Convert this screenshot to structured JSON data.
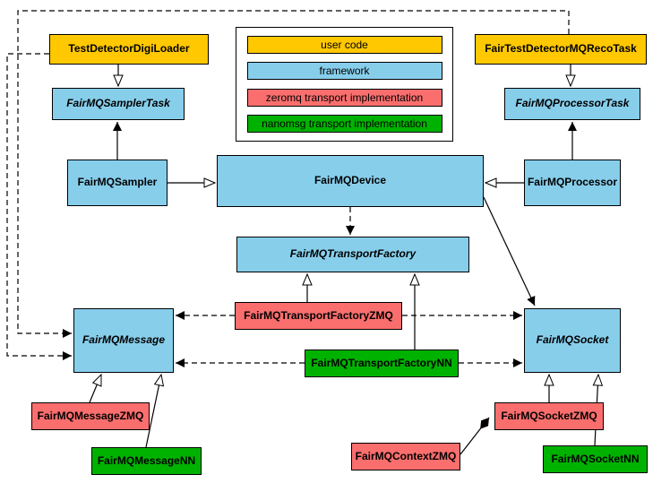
{
  "colors": {
    "user_code": "#FFC800",
    "framework": "#87CEEB",
    "zeromq": "#FA6E6E",
    "nanomsg": "#00B200"
  },
  "legend": {
    "items": [
      {
        "label": "user code",
        "category": "user_code"
      },
      {
        "label": "framework",
        "category": "framework"
      },
      {
        "label": "zeromq transport implementation",
        "category": "zeromq"
      },
      {
        "label": "nanomsg transport implementation",
        "category": "nanomsg"
      }
    ]
  },
  "nodes": {
    "digiLoader": {
      "label": "TestDetectorDigiLoader",
      "category": "user_code",
      "abstract": false
    },
    "recoTask": {
      "label": "FairTestDetectorMQRecoTask",
      "category": "user_code",
      "abstract": false
    },
    "samplerTask": {
      "label": "FairMQSamplerTask",
      "category": "framework",
      "abstract": true
    },
    "processorTask": {
      "label": "FairMQProcessorTask",
      "category": "framework",
      "abstract": true
    },
    "sampler": {
      "label": "FairMQSampler",
      "category": "framework",
      "abstract": false
    },
    "device": {
      "label": "FairMQDevice",
      "category": "framework",
      "abstract": false
    },
    "processor": {
      "label": "FairMQProcessor",
      "category": "framework",
      "abstract": false
    },
    "transportFactory": {
      "label": "FairMQTransportFactory",
      "category": "framework",
      "abstract": true
    },
    "transportFactoryZMQ": {
      "label": "FairMQTransportFactoryZMQ",
      "category": "zeromq",
      "abstract": false
    },
    "transportFactoryNN": {
      "label": "FairMQTransportFactoryNN",
      "category": "nanomsg",
      "abstract": false
    },
    "message": {
      "label": "FairMQMessage",
      "category": "framework",
      "abstract": true
    },
    "socket": {
      "label": "FairMQSocket",
      "category": "framework",
      "abstract": true
    },
    "messageZMQ": {
      "label": "FairMQMessageZMQ",
      "category": "zeromq",
      "abstract": false
    },
    "messageNN": {
      "label": "FairMQMessageNN",
      "category": "nanomsg",
      "abstract": false
    },
    "contextZMQ": {
      "label": "FairMQContextZMQ",
      "category": "zeromq",
      "abstract": false
    },
    "socketZMQ": {
      "label": "FairMQSocketZMQ",
      "category": "zeromq",
      "abstract": false
    },
    "socketNN": {
      "label": "FairMQSocketNN",
      "category": "nanomsg",
      "abstract": false
    }
  },
  "edges": [
    {
      "from": "TestDetectorDigiLoader",
      "to": "FairMQSamplerTask",
      "kind": "inheritance"
    },
    {
      "from": "FairTestDetectorMQRecoTask",
      "to": "FairMQProcessorTask",
      "kind": "inheritance"
    },
    {
      "from": "FairMQSampler",
      "to": "FairMQDevice",
      "kind": "inheritance"
    },
    {
      "from": "FairMQProcessor",
      "to": "FairMQDevice",
      "kind": "inheritance"
    },
    {
      "from": "FairMQSampler",
      "to": "FairMQSamplerTask",
      "kind": "association"
    },
    {
      "from": "FairMQProcessor",
      "to": "FairMQProcessorTask",
      "kind": "association"
    },
    {
      "from": "FairMQDevice",
      "to": "FairMQTransportFactory",
      "kind": "dependency"
    },
    {
      "from": "FairMQDevice",
      "to": "FairMQSocket",
      "kind": "association"
    },
    {
      "from": "FairMQTransportFactoryZMQ",
      "to": "FairMQTransportFactory",
      "kind": "inheritance"
    },
    {
      "from": "FairMQTransportFactoryNN",
      "to": "FairMQTransportFactory",
      "kind": "inheritance"
    },
    {
      "from": "FairMQTransportFactoryZMQ",
      "to": "FairMQMessage",
      "kind": "dependency"
    },
    {
      "from": "FairMQTransportFactoryZMQ",
      "to": "FairMQSocket",
      "kind": "dependency"
    },
    {
      "from": "FairMQTransportFactoryNN",
      "to": "FairMQMessage",
      "kind": "dependency"
    },
    {
      "from": "FairMQTransportFactoryNN",
      "to": "FairMQSocket",
      "kind": "dependency"
    },
    {
      "from": "FairMQMessageZMQ",
      "to": "FairMQMessage",
      "kind": "inheritance"
    },
    {
      "from": "FairMQMessageNN",
      "to": "FairMQMessage",
      "kind": "inheritance"
    },
    {
      "from": "FairMQSocketZMQ",
      "to": "FairMQSocket",
      "kind": "inheritance"
    },
    {
      "from": "FairMQSocketNN",
      "to": "FairMQSocket",
      "kind": "inheritance"
    },
    {
      "from": "FairMQContextZMQ",
      "to": "FairMQSocketZMQ",
      "kind": "composition"
    },
    {
      "from": "TestDetectorDigiLoader",
      "to": "FairMQMessage",
      "kind": "dependency"
    },
    {
      "from": "FairTestDetectorMQRecoTask",
      "to": "FairMQMessage",
      "kind": "dependency"
    }
  ]
}
